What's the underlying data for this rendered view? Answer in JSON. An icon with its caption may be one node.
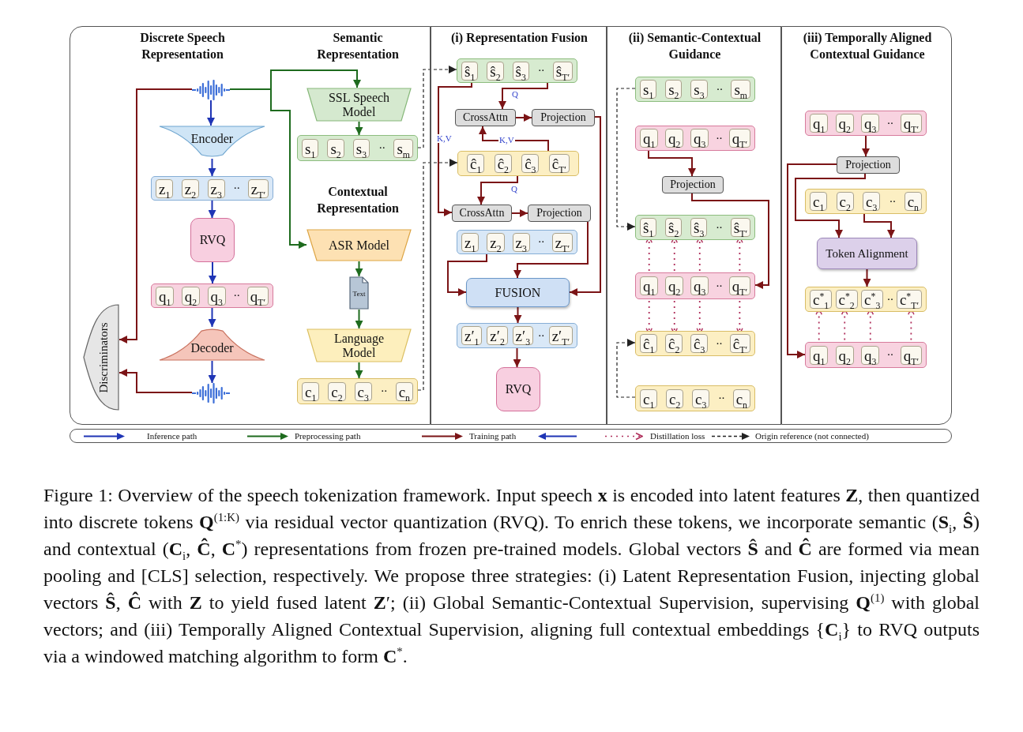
{
  "diagram": {
    "caption": "Figure 1: Overview of the speech tokenization framework. Input speech **x** is encoded into latent features **Z**, then quantized into discrete tokens **Q**$^{(1:K)}$ via residual vector quantization (RVQ). To enrich these tokens, we incorporate semantic (**S**$_{i}$, **Ŝ**) and contextual (**C**$_{i}$, **Ĉ**, **C**$^{*}$) representations from frozen pre-trained models. Global vectors **Ŝ** and **Ĉ** are formed via mean pooling and [CLS] selection, respectively. We propose three strategies: (i) Latent Representation Fusion, injecting global vectors **Ŝ**, **Ĉ** with **Z** to yield fused latent **Z**′; (ii) Global Semantic-Contextual Supervision, supervising **Q**$^{(1)}$ with global vectors; and (iii) Temporally Aligned Contextual Supervision, aligning full contextual embeddings {**C**$_{i}$} to RVQ outputs via a windowed matching algorithm to form **C**$^{*}$.",
    "nodes": [
      {
        "text": [
          "Discrete Speech Representation",
          "Semantic Representation",
          "Contextual Representation"
        ]
      },
      {
        "text": [],
        "shape": "picture",
        "in": 0
      },
      {
        "text": [
          "Encoder"
        ],
        "in": 0
      },
      {
        "text": [
          "··"
        ],
        "in": 0
      },
      {
        "text": [
          "z$_{1}$"
        ],
        "in": 3
      },
      {
        "text": [
          "z$_{2}$"
        ],
        "in": 3
      },
      {
        "text": [
          "z$_{3}$"
        ],
        "in": 3
      },
      {
        "text": [
          "z$_{T′}$"
        ],
        "in": 3
      },
      {
        "text": [
          "RVQ"
        ],
        "in": 0
      },
      {
        "text": [
          "··"
        ],
        "in": 0
      },
      {
        "text": [
          "q$_{1}$"
        ],
        "in": 9
      },
      {
        "text": [
          "q$_{2}$"
        ],
        "in": 9
      },
      {
        "text": [
          "q$_{3}$"
        ],
        "in": 9
      },
      {
        "text": [
          "q$_{T′}$"
        ],
        "in": 9
      },
      {
        "text": [
          "Decoder"
        ],
        "in": 0
      },
      {
        "text": [],
        "shape": "picture",
        "in": 0
      },
      {
        "text": [
          "Discriminators"
        ],
        "in": 0
      },
      {
        "text": [
          "SSL Speech Model"
        ],
        "in": 0
      },
      {
        "text": [
          "··"
        ],
        "in": 0
      },
      {
        "text": [
          "s$_{1}$"
        ],
        "in": 18
      },
      {
        "text": [
          "s$_{2}$"
        ],
        "in": 18
      },
      {
        "text": [
          "s$_{3}$"
        ],
        "in": 18
      },
      {
        "text": [
          "s$_{m}$"
        ],
        "in": 18
      },
      {
        "text": [
          "ASR Model"
        ],
        "in": 0
      },
      {
        "text": [
          "Text"
        ],
        "in": 0
      },
      {
        "text": [
          "Language Model"
        ],
        "in": 0
      },
      {
        "text": [
          "··"
        ],
        "in": 0
      },
      {
        "text": [
          "c$_{1}$"
        ],
        "in": 26
      },
      {
        "text": [
          "c$_{2}$"
        ],
        "in": 26
      },
      {
        "text": [
          "c$_{3}$"
        ],
        "in": 26
      },
      {
        "text": [
          "c$_{n}$"
        ],
        "in": 26
      },
      {
        "text": [
          "(i) Representation Fusion"
        ]
      },
      {
        "text": [
          "··"
        ],
        "in": 31
      },
      {
        "text": [
          "ŝ$_{1}$"
        ],
        "in": 32
      },
      {
        "text": [
          "ŝ$_{2}$"
        ],
        "in": 32
      },
      {
        "text": [
          "ŝ$_{3}$"
        ],
        "in": 32
      },
      {
        "text": [
          "ŝ$_{T′}$"
        ],
        "in": 32
      },
      {
        "text": [
          "CrossAttn"
        ],
        "in": 31
      },
      {
        "text": [
          "Projection"
        ],
        "in": 31
      },
      {
        "text": [],
        "shape": "box",
        "in": 31
      },
      {
        "text": [
          "ĉ$_{1}$"
        ],
        "in": 39
      },
      {
        "text": [
          "ĉ$_{2}$"
        ],
        "in": 39
      },
      {
        "text": [
          "ĉ$_{3}$"
        ],
        "in": 39
      },
      {
        "text": [
          "ĉ$_{T′}$"
        ],
        "in": 39
      },
      {
        "text": [
          "CrossAttn"
        ],
        "in": 31
      },
      {
        "text": [
          "Projection"
        ],
        "in": 31
      },
      {
        "text": [
          "··"
        ],
        "in": 31
      },
      {
        "text": [
          "z$_{1}$"
        ],
        "in": 46
      },
      {
        "text": [
          "z$_{2}$"
        ],
        "in": 46
      },
      {
        "text": [
          "z$_{3}$"
        ],
        "in": 46
      },
      {
        "text": [
          "z$_{T′}$"
        ],
        "in": 46
      },
      {
        "text": [
          "FUSION"
        ],
        "in": 31
      },
      {
        "text": [
          "··"
        ],
        "in": 31
      },
      {
        "text": [
          "z′$_{1}$"
        ],
        "in": 52
      },
      {
        "text": [
          "z′$_{2}$"
        ],
        "in": 52
      },
      {
        "text": [
          "z′$_{3}$"
        ],
        "in": 52
      },
      {
        "text": [
          "z′$_{T′}$"
        ],
        "in": 52
      },
      {
        "text": [
          "RVQ"
        ],
        "in": 31
      },
      {
        "text": [
          "(ii) Semantic-Contextual Guidance"
        ]
      },
      {
        "text": [
          "··"
        ],
        "in": 58
      },
      {
        "text": [
          "s$_{1}$"
        ],
        "in": 59
      },
      {
        "text": [
          "s$_{2}$"
        ],
        "in": 59
      },
      {
        "text": [
          "s$_{3}$"
        ],
        "in": 59
      },
      {
        "text": [
          "s$_{m}$"
        ],
        "in": 59
      },
      {
        "text": [
          "··"
        ],
        "in": 58
      },
      {
        "text": [
          "q$_{1}$"
        ],
        "in": 64
      },
      {
        "text": [
          "q$_{2}$"
        ],
        "in": 64
      },
      {
        "text": [
          "q$_{3}$"
        ],
        "in": 64
      },
      {
        "text": [
          "q$_{T′}$"
        ],
        "in": 64
      },
      {
        "text": [
          "Projection"
        ],
        "in": 58
      },
      {
        "text": [
          "··"
        ],
        "in": 58
      },
      {
        "text": [
          "ŝ$_{1}$"
        ],
        "in": 70
      },
      {
        "text": [
          "ŝ$_{2}$"
        ],
        "in": 70
      },
      {
        "text": [
          "ŝ$_{3}$"
        ],
        "in": 70
      },
      {
        "text": [
          "ŝ$_{T′}$"
        ],
        "in": 70
      },
      {
        "text": [
          "··"
        ],
        "in": 58
      },
      {
        "text": [
          "q$_{1}$"
        ],
        "in": 75
      },
      {
        "text": [
          "q$_{2}$"
        ],
        "in": 75
      },
      {
        "text": [
          "q$_{3}$"
        ],
        "in": 75
      },
      {
        "text": [
          "q$_{T′}$"
        ],
        "in": 75
      },
      {
        "text": [
          "··"
        ],
        "in": 58
      },
      {
        "text": [
          "ĉ$_{1}$"
        ],
        "in": 80
      },
      {
        "text": [
          "ĉ$_{2}$"
        ],
        "in": 80
      },
      {
        "text": [
          "ĉ$_{3}$"
        ],
        "in": 80
      },
      {
        "text": [
          "ĉ$_{T′}$"
        ],
        "in": 80
      },
      {
        "text": [
          "··"
        ],
        "in": 58
      },
      {
        "text": [
          "c$_{1}$"
        ],
        "in": 85
      },
      {
        "text": [
          "c$_{2}$"
        ],
        "in": 85
      },
      {
        "text": [
          "c$_{3}$"
        ],
        "in": 85
      },
      {
        "text": [
          "c$_{n}$"
        ],
        "in": 85
      },
      {
        "text": [
          "(iii) Temporally Aligned Contextual Guidance"
        ]
      },
      {
        "text": [
          "··"
        ],
        "in": 90
      },
      {
        "text": [
          "q$_{1}$"
        ],
        "in": 91
      },
      {
        "text": [
          "q$_{2}$"
        ],
        "in": 91
      },
      {
        "text": [
          "q$_{3}$"
        ],
        "in": 91
      },
      {
        "text": [
          "q$_{T′}$"
        ],
        "in": 91
      },
      {
        "text": [
          "Projection"
        ],
        "in": 90
      },
      {
        "text": [
          "··"
        ],
        "in": 90
      },
      {
        "text": [
          "c$_{1}$"
        ],
        "in": 97
      },
      {
        "text": [
          "c$_{2}$"
        ],
        "in": 97
      },
      {
        "text": [
          "c$_{3}$"
        ],
        "in": 97
      },
      {
        "text": [
          "c$_{n}$"
        ],
        "in": 97
      },
      {
        "text": [
          "Token Alignment"
        ],
        "in": 90
      },
      {
        "text": [
          "··"
        ],
        "in": 90
      },
      {
        "text": [
          "c$^{*}$$_{1}$"
        ],
        "in": 103
      },
      {
        "text": [
          "c$^{*}$$_{2}$"
        ],
        "in": 103
      },
      {
        "text": [
          "c$^{*}$$_{3}$"
        ],
        "in": 103
      },
      {
        "text": [
          "c$^{*}$$_{T′}$"
        ],
        "in": 103
      },
      {
        "text": [
          "··"
        ],
        "in": 90
      },
      {
        "text": [
          "q$_{1}$"
        ],
        "in": 108
      },
      {
        "text": [
          "q$_{2}$"
        ],
        "in": 108
      },
      {
        "text": [
          "q$_{3}$"
        ],
        "in": 108
      },
      {
        "text": [
          "q$_{T′}$"
        ],
        "in": 108
      }
    ],
    "edges": [
      {
        "from": 1,
        "to": 2,
        "arrow": "to",
        "color": "#1f35b5"
      },
      {
        "from": 2,
        "to": 3,
        "arrow": "to",
        "color": "#1f35b5"
      },
      {
        "from": 3,
        "to": 8,
        "arrow": "to",
        "color": "#1f35b5"
      },
      {
        "from": 8,
        "to": 9,
        "arrow": "to",
        "color": "#1f35b5"
      },
      {
        "from": 9,
        "to": 14,
        "arrow": "to",
        "color": "#1f35b5"
      },
      {
        "from": 14,
        "to": 15,
        "arrow": "to",
        "color": "#1f35b5"
      },
      {
        "from": 1,
        "to": 17,
        "arrow": "to",
        "color": "#1e6b1e"
      },
      {
        "from": 1,
        "to": 23,
        "arrow": "to",
        "color": "#1e6b1e"
      },
      {
        "from": 17,
        "to": 18,
        "arrow": "to",
        "color": "#1e6b1e"
      },
      {
        "from": 23,
        "to": 24,
        "arrow": "to",
        "color": "#1e6b1e"
      },
      {
        "from": 24,
        "to": 25,
        "arrow": "to",
        "color": "#1e6b1e"
      },
      {
        "from": 25,
        "to": 26,
        "arrow": "to",
        "color": "#1e6b1e"
      },
      {
        "from": 1,
        "to": 16,
        "arrow": "to",
        "color": "#7b1416"
      },
      {
        "from": 15,
        "to": 16,
        "arrow": "to",
        "color": "#7b1416"
      },
      {
        "from": 18,
        "to": 32,
        "arrow": "to",
        "style": "dashed",
        "color": "#222222"
      },
      {
        "from": 26,
        "to": 39,
        "arrow": "to",
        "style": "dashed",
        "color": "#222222"
      },
      {
        "from": 32,
        "to": 37,
        "arrow": "to",
        "label": "Q",
        "color": "#7b1416"
      },
      {
        "from": 32,
        "to": 44,
        "arrow": "to",
        "label": "K,V",
        "color": "#7b1416"
      },
      {
        "from": 39,
        "to": 37,
        "arrow": "to",
        "label": "K,V",
        "color": "#7b1416"
      },
      {
        "from": 39,
        "to": 44,
        "arrow": "to",
        "label": "Q",
        "color": "#7b1416"
      },
      {
        "from": 37,
        "to": 38,
        "arrow": "to",
        "color": "#7b1416"
      },
      {
        "from": 44,
        "to": 45,
        "arrow": "to",
        "color": "#7b1416"
      },
      {
        "from": 38,
        "to": 51,
        "arrow": "to",
        "color": "#7b1416"
      },
      {
        "from": 45,
        "to": 51,
        "arrow": "to",
        "color": "#7b1416"
      },
      {
        "from": 46,
        "to": 51,
        "arrow": "to",
        "color": "#7b1416"
      },
      {
        "from": 51,
        "to": 52,
        "arrow": "to",
        "color": "#7b1416"
      },
      {
        "from": 52,
        "to": 57,
        "arrow": "to",
        "color": "#7b1416"
      },
      {
        "from": 59,
        "to": 70,
        "arrow": "to",
        "style": "dashed",
        "color": "#222222"
      },
      {
        "from": 85,
        "to": 80,
        "arrow": "to",
        "style": "dashed",
        "color": "#222222"
      },
      {
        "from": 65,
        "to": 69,
        "arrow": "to",
        "color": "#7b1416"
      },
      {
        "from": 69,
        "to": 75,
        "arrow": "to",
        "color": "#7b1416"
      },
      {
        "from": 76,
        "to": 71,
        "arrow": "to",
        "style": "dashed",
        "color": "#b0305c"
      },
      {
        "from": 77,
        "to": 72,
        "arrow": "to",
        "style": "dashed",
        "color": "#b0305c"
      },
      {
        "from": 78,
        "to": 73,
        "arrow": "to",
        "style": "dashed",
        "color": "#b0305c"
      },
      {
        "from": 79,
        "to": 74,
        "arrow": "to",
        "style": "dashed",
        "color": "#b0305c"
      },
      {
        "from": 76,
        "to": 81,
        "arrow": "to",
        "style": "dashed",
        "color": "#b0305c"
      },
      {
        "from": 77,
        "to": 82,
        "arrow": "to",
        "style": "dashed",
        "color": "#b0305c"
      },
      {
        "from": 78,
        "to": 83,
        "arrow": "to",
        "style": "dashed",
        "color": "#b0305c"
      },
      {
        "from": 79,
        "to": 84,
        "arrow": "to",
        "style": "dashed",
        "color": "#b0305c"
      },
      {
        "from": 91,
        "to": 96,
        "arrow": "to",
        "color": "#7b1416"
      },
      {
        "from": 96,
        "to": 102,
        "arrow": "to",
        "color": "#7b1416"
      },
      {
        "from": 97,
        "to": 102,
        "arrow": "to",
        "color": "#7b1416"
      },
      {
        "from": 96,
        "to": 108,
        "arrow": "to",
        "color": "#7b1416"
      },
      {
        "from": 102,
        "to": 103,
        "arrow": "to",
        "color": "#7b1416"
      },
      {
        "from": 109,
        "to": 104,
        "arrow": "to",
        "style": "dashed",
        "color": "#b0305c"
      },
      {
        "from": 110,
        "to": 105,
        "arrow": "to",
        "style": "dashed",
        "color": "#b0305c"
      },
      {
        "from": 111,
        "to": 106,
        "arrow": "to",
        "style": "dashed",
        "color": "#b0305c"
      },
      {
        "from": 112,
        "to": 107,
        "arrow": "to",
        "style": "dashed",
        "color": "#b0305c"
      }
    ],
    "legend": [
      {
        "text": "Inference path"
      },
      {
        "text": "Preprocessing path"
      },
      {
        "text": "Training path"
      },
      {
        "text": "Distillation loss"
      },
      {
        "text": "Origin reference (not connected)"
      }
    ]
  }
}
